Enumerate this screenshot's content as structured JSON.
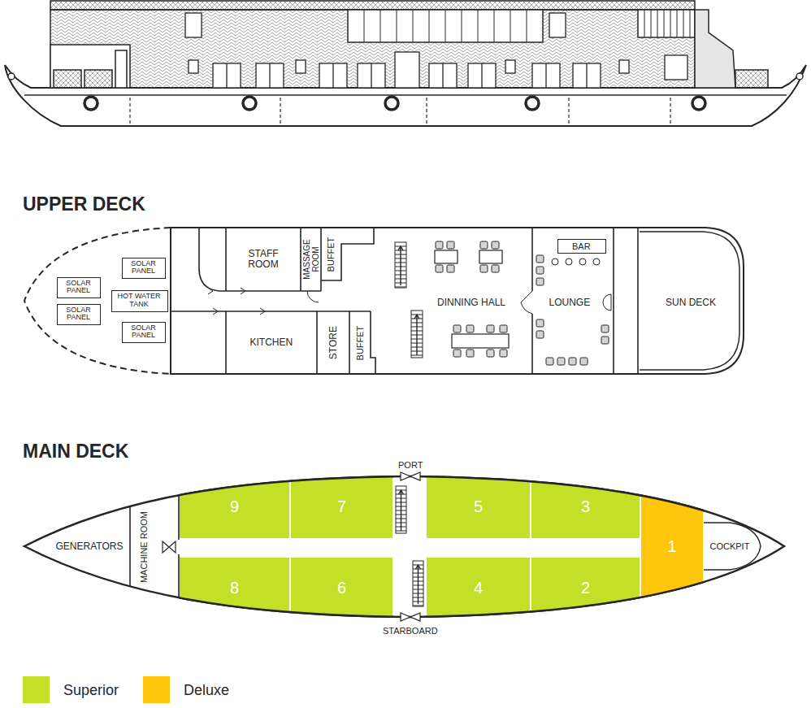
{
  "diagram": {
    "nodes": [
      {
        "text": [
          "UPPER DECK"
        ]
      },
      {
        "text": [
          "SOLAR PANEL"
        ],
        "in": 0
      },
      {
        "text": [
          "SOLAR PANEL"
        ],
        "in": 0
      },
      {
        "text": [
          "HOT WATER TANK"
        ],
        "in": 0
      },
      {
        "text": [
          "SOLAR PANEL"
        ],
        "in": 0
      },
      {
        "text": [
          "SOLAR PANEL"
        ],
        "in": 0
      },
      {
        "text": [
          "STAFF ROOM"
        ],
        "in": 0
      },
      {
        "text": [
          "MASSAGE ROOM"
        ],
        "in": 0
      },
      {
        "text": [
          "BUFFET"
        ],
        "in": 0
      },
      {
        "text": [
          "KITCHEN"
        ],
        "in": 0
      },
      {
        "text": [
          "STORE"
        ],
        "in": 0
      },
      {
        "text": [
          "BUFFET"
        ],
        "in": 0
      },
      {
        "text": [
          "DINNING HALL"
        ],
        "in": 0
      },
      {
        "text": [
          "LOUNGE"
        ],
        "in": 0
      },
      {
        "text": [
          "BAR"
        ],
        "in": 13
      },
      {
        "text": [
          "SUN DECK"
        ],
        "in": 0
      },
      {
        "text": [
          "MAIN DECK"
        ]
      },
      {
        "text": [
          "GENERATORS"
        ],
        "in": 16
      },
      {
        "text": [
          "MACHINE ROOM"
        ],
        "in": 16
      },
      {
        "text": [
          "9"
        ],
        "in": 16
      },
      {
        "text": [
          "7"
        ],
        "in": 16
      },
      {
        "text": [
          "5"
        ],
        "in": 16
      },
      {
        "text": [
          "3"
        ],
        "in": 16
      },
      {
        "text": [
          "8"
        ],
        "in": 16
      },
      {
        "text": [
          "6"
        ],
        "in": 16
      },
      {
        "text": [
          "4"
        ],
        "in": 16
      },
      {
        "text": [
          "2"
        ],
        "in": 16
      },
      {
        "text": [
          "1"
        ],
        "in": 16
      },
      {
        "text": [
          "COCKPIT"
        ],
        "in": 16
      }
    ],
    "labels": [
      "PORT",
      "STARBOARD"
    ],
    "legend": [
      {
        "text": "Superior",
        "color": "#c3df27"
      },
      {
        "text": "Deluxe",
        "color": "#ffc60b"
      }
    ]
  }
}
